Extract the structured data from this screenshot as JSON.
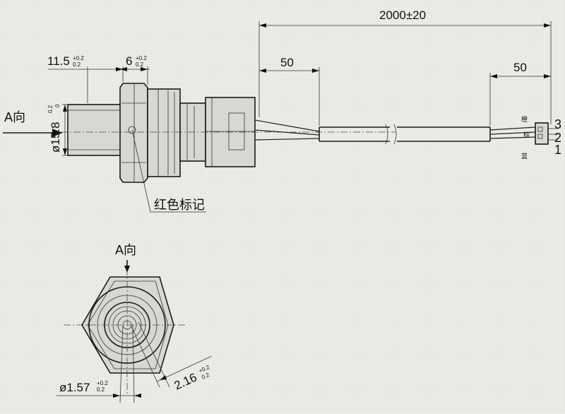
{
  "dimensions": {
    "total_length": "2000±20",
    "lead_left": "50",
    "lead_right": "50",
    "depth": "11.5",
    "depth_tol_upper": "+0.2",
    "depth_tol_lower": "0.2",
    "hex_width": "6",
    "hex_tol_upper": "+0.2",
    "hex_tol_lower": "0.2",
    "diameter": "ø15.8",
    "diameter_tol_upper": "0.2",
    "diameter_tol_lower": "0",
    "pin_diameter": "ø1.57",
    "pin_tol_upper": "+0.2",
    "pin_tol_lower": "0.2",
    "pin_spacing": "2.16",
    "spacing_tol_upper": "+0.2",
    "spacing_tol_lower": "0.2"
  },
  "labels": {
    "view_direction": "A向",
    "view_title": "A向",
    "red_mark": "红色标记",
    "pin_3": "3",
    "pin_2": "2",
    "pin_1": "1",
    "wire_a": "橙",
    "wire_b": "棕",
    "wire_c": "蓝"
  }
}
